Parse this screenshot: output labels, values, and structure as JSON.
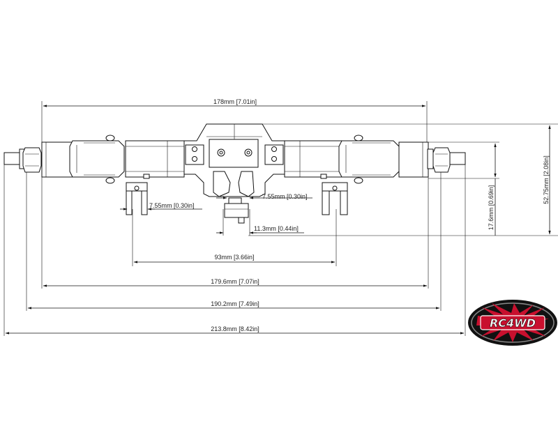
{
  "dimensions": {
    "overall_top": "178mm [7.01in]",
    "pivot_left": "7.55mm [0.30in]",
    "pivot_center": "7.55mm [0.30in]",
    "center_offset": "11.3mm [0.44in]",
    "link_spacing": "93mm [3.66in]",
    "housing_width": "179.6mm [7.07in]",
    "hex_width": "190.2mm [7.49in]",
    "total_width": "213.8mm [8.42in]",
    "height_overall": "52.75mm [2.08in]",
    "height_mount": "17.6mm [0.69in]"
  },
  "logo": {
    "brand": "RC4WD",
    "colors": {
      "red": "#c8102e",
      "black": "#111111",
      "white": "#ffffff"
    }
  }
}
